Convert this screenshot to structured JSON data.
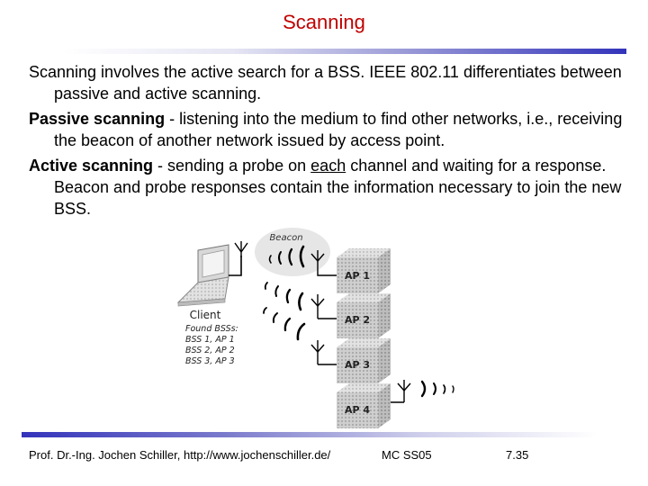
{
  "slide": {
    "title": "Scanning",
    "accent_color": "#c00000",
    "bar_color": "#3333bb"
  },
  "paragraphs": [
    {
      "bold": "",
      "text": "Scanning involves the active search for a BSS. IEEE 802.11 differentiates between passive and active scanning."
    },
    {
      "bold": "Passive scanning",
      "text": " - listening into the medium to find other networks, i.e., receiving the beacon of another network issued by access point."
    },
    {
      "bold": "Active scanning",
      "text_before": " - sending a probe on ",
      "underlined": "each",
      "text_after": " channel and waiting for a response. Beacon and probe responses contain the information necessary to join the new BSS."
    }
  ],
  "diagram": {
    "beacon_label": "Beacon",
    "client_label": "Client",
    "found_label": "Found BSSs:",
    "found_list": [
      "BSS 1, AP 1",
      "BSS 2, AP 2",
      "BSS 3, AP 3"
    ],
    "access_points": [
      "AP 1",
      "AP 2",
      "AP 3",
      "AP 4"
    ]
  },
  "footer": {
    "author": "Prof. Dr.-Ing. Jochen Schiller, http://www.jochenschiller.de/",
    "course": "MC SS05",
    "page": "7.35"
  }
}
